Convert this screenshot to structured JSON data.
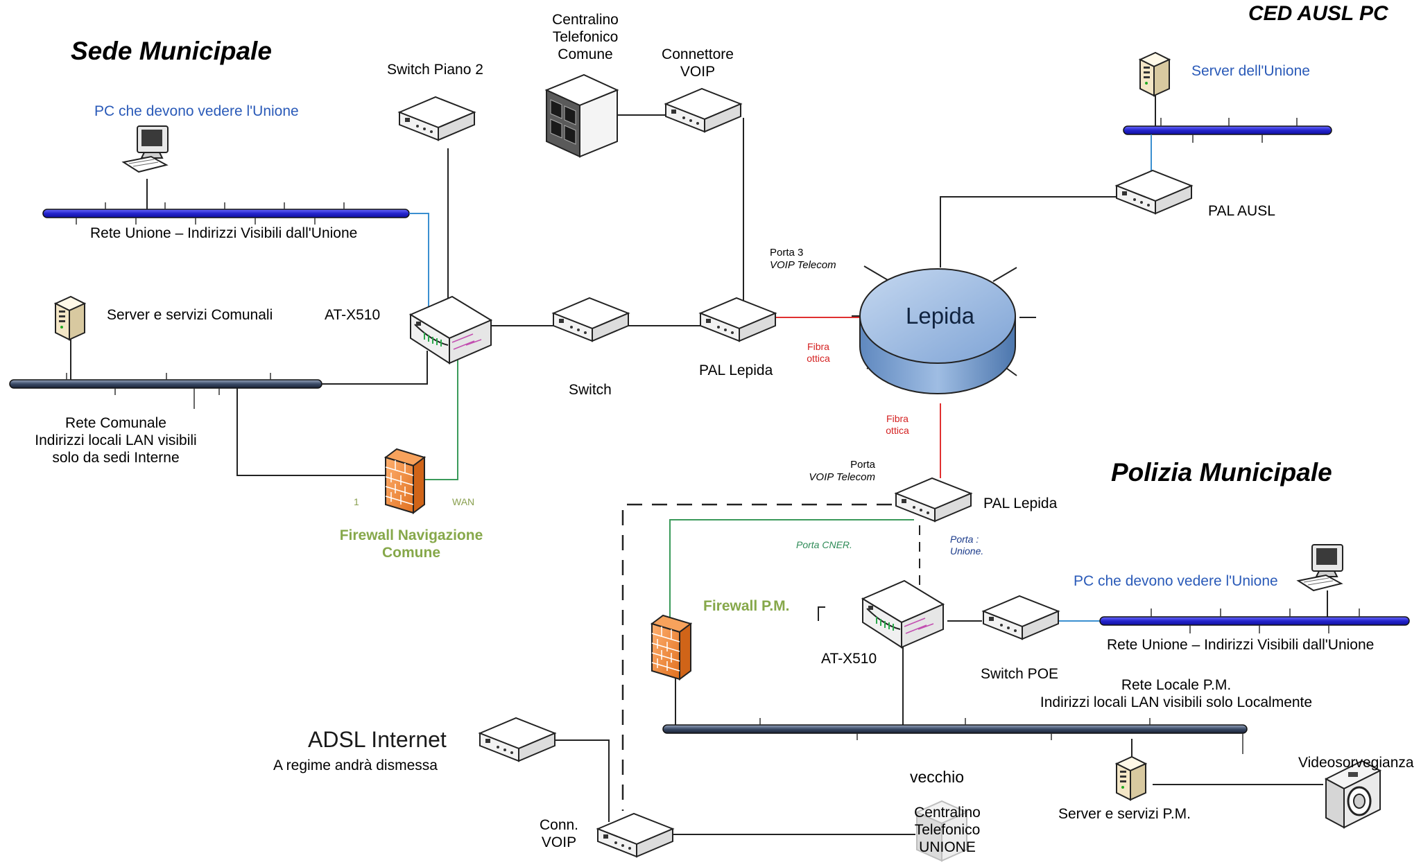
{
  "titles": {
    "sede": "Sede Municipale",
    "ced": "CED AUSL PC",
    "polizia": "Polizia Municipale"
  },
  "sede": {
    "pc_label": "PC che devono vedere l'Unione",
    "rete_unione": "Rete Unione – Indirizzi Visibili dall'Unione",
    "server_label": "Server e servizi Comunali",
    "rete_comunale_1": "Rete Comunale",
    "rete_comunale_2": "Indirizzi locali LAN visibili",
    "rete_comunale_3": "solo da sedi Interne",
    "router": "AT-X510",
    "switch_piano": "Switch Piano 2",
    "switch": "Switch",
    "pal_lepida": "PAL Lepida",
    "firewall_1": "Firewall Navigazione",
    "firewall_2": "Comune",
    "port_1": "1",
    "port_wan": "WAN",
    "centralino_1": "Centralino",
    "centralino_2": "Telefonico",
    "centralino_3": "Comune",
    "connettore_1": "Connettore",
    "connettore_2": "VOIP",
    "porta3_1": "Porta 3",
    "porta3_2": "VOIP Telecom",
    "fibra_1": "Fibra",
    "fibra_2": "ottica"
  },
  "lepida": {
    "label": "Lepida",
    "fibra_1": "Fibra",
    "fibra_2": "ottica"
  },
  "ced": {
    "server_label": "Server dell'Unione",
    "pal_ausl": "PAL AUSL"
  },
  "polizia": {
    "porta_1": "Porta",
    "porta_2": "VOIP Telecom",
    "pal_lepida": "PAL Lepida",
    "porta_cner": "Porta CNER.",
    "porta_unione_1": "Porta :",
    "porta_unione_2": "Unione.",
    "firewall": "Firewall P.M.",
    "router": "AT-X510",
    "switch_poe": "Switch POE",
    "pc_label": "PC che devono vedere l'Unione",
    "rete_unione": "Rete Unione – Indirizzi Visibili dall'Unione",
    "rete_locale_1": "Rete Locale P.M.",
    "rete_locale_2": "Indirizzi locali LAN visibili solo Localmente",
    "adsl_title": "ADSL Internet",
    "adsl_sub": "A regime andrà dismessa",
    "conn_1": "Conn.",
    "conn_2": "VOIP",
    "vecchio": "vecchio",
    "centralino_1": "Centralino",
    "centralino_2": "Telefonico",
    "centralino_3": "UNIONE",
    "server_label": "Server e servizi P.M.",
    "video": "Videosorvegianza"
  },
  "colors": {
    "unione_bus": "#2b2bd6",
    "lan_bus": "#2a3a50",
    "fiber": "#e03030",
    "wan_link": "#3a9a5a",
    "unione_link": "#3a8fd0",
    "firewall": "#f08a3a",
    "lepida": "#8fb1db"
  }
}
